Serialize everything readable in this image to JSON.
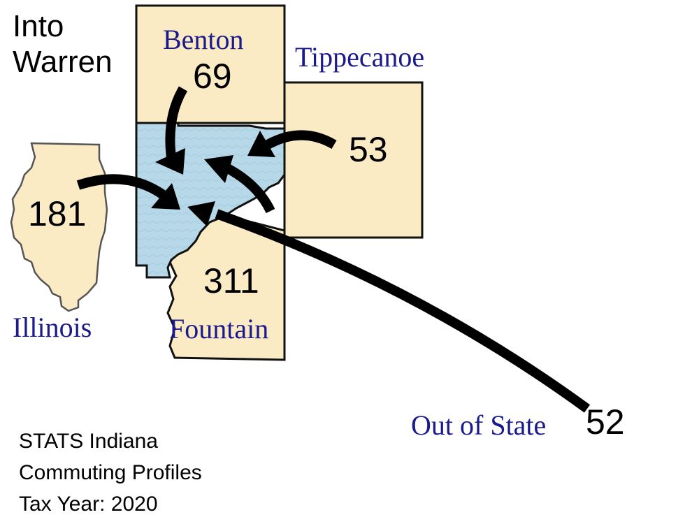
{
  "title": [
    "Into",
    "Warren"
  ],
  "colors": {
    "neighbor_fill": "#faebc4",
    "warren_fill": "#b7d8e8",
    "label_blue": "#1a1a8c",
    "arrow": "#000000"
  },
  "regions": {
    "benton": {
      "name": "Benton",
      "count": "69"
    },
    "tippecanoe": {
      "name": "Tippecanoe",
      "count": "53"
    },
    "illinois": {
      "name": "Illinois",
      "count": "181"
    },
    "fountain": {
      "name": "Fountain",
      "count": "311"
    },
    "out_of_state": {
      "name": "Out of State",
      "count": "52"
    }
  },
  "footer": [
    "STATS Indiana",
    "Commuting Profiles",
    "Tax Year: 2020"
  ]
}
